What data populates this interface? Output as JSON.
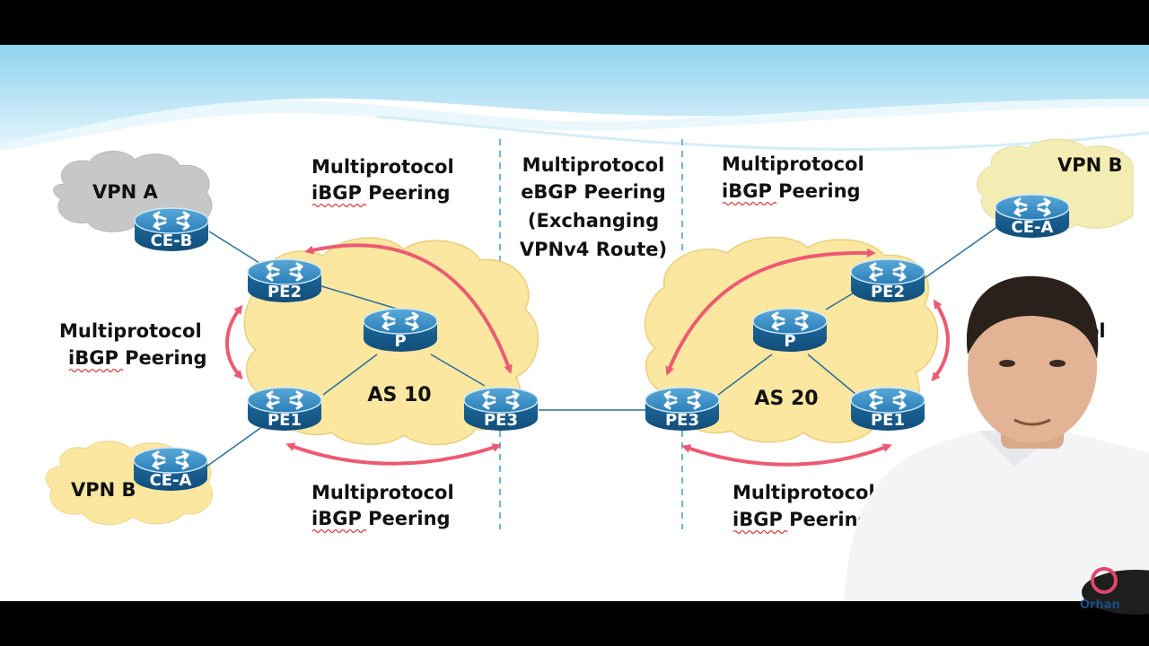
{
  "colors": {
    "cloud": "#fbe7a0",
    "cloud_edge": "#e9cf7e",
    "vpn_a_cloud": "#c9c9c9",
    "arrow": "#ec5a72",
    "router": "#1f6fa6",
    "sky": "#bfe6f5"
  },
  "as_left": {
    "label": "AS 10",
    "routers": {
      "ce_b": "CE-B",
      "ce_a": "CE-A",
      "pe2": "PE2",
      "p": "P",
      "pe1": "PE1",
      "pe3": "PE3"
    },
    "vpn_a": "VPN A",
    "vpn_b": "VPN B",
    "top_label": [
      "Multiprotocol",
      "iBGP Peering"
    ],
    "left_label": [
      "Multiprotocol",
      "iBGP Peering"
    ],
    "bottom_label": [
      "Multiprotocol",
      "iBGP Peering"
    ]
  },
  "ebgp_label": [
    "Multiprotocol",
    "eBGP Peering",
    "(Exchanging",
    "VPNv4 Route)"
  ],
  "as_right": {
    "label": "AS 20",
    "routers": {
      "ce_a": "CE-A",
      "pe2": "PE2",
      "p": "P",
      "pe3": "PE3",
      "pe1": "PE1"
    },
    "vpn_b": "VPN B",
    "top_label": [
      "Multiprotocol",
      "iBGP Peering"
    ],
    "bottom_label": [
      "Multiprotocol",
      "iBGP Peering"
    ],
    "right_fragment": "ol"
  },
  "presenter": {
    "logo_text": "Orhan"
  }
}
